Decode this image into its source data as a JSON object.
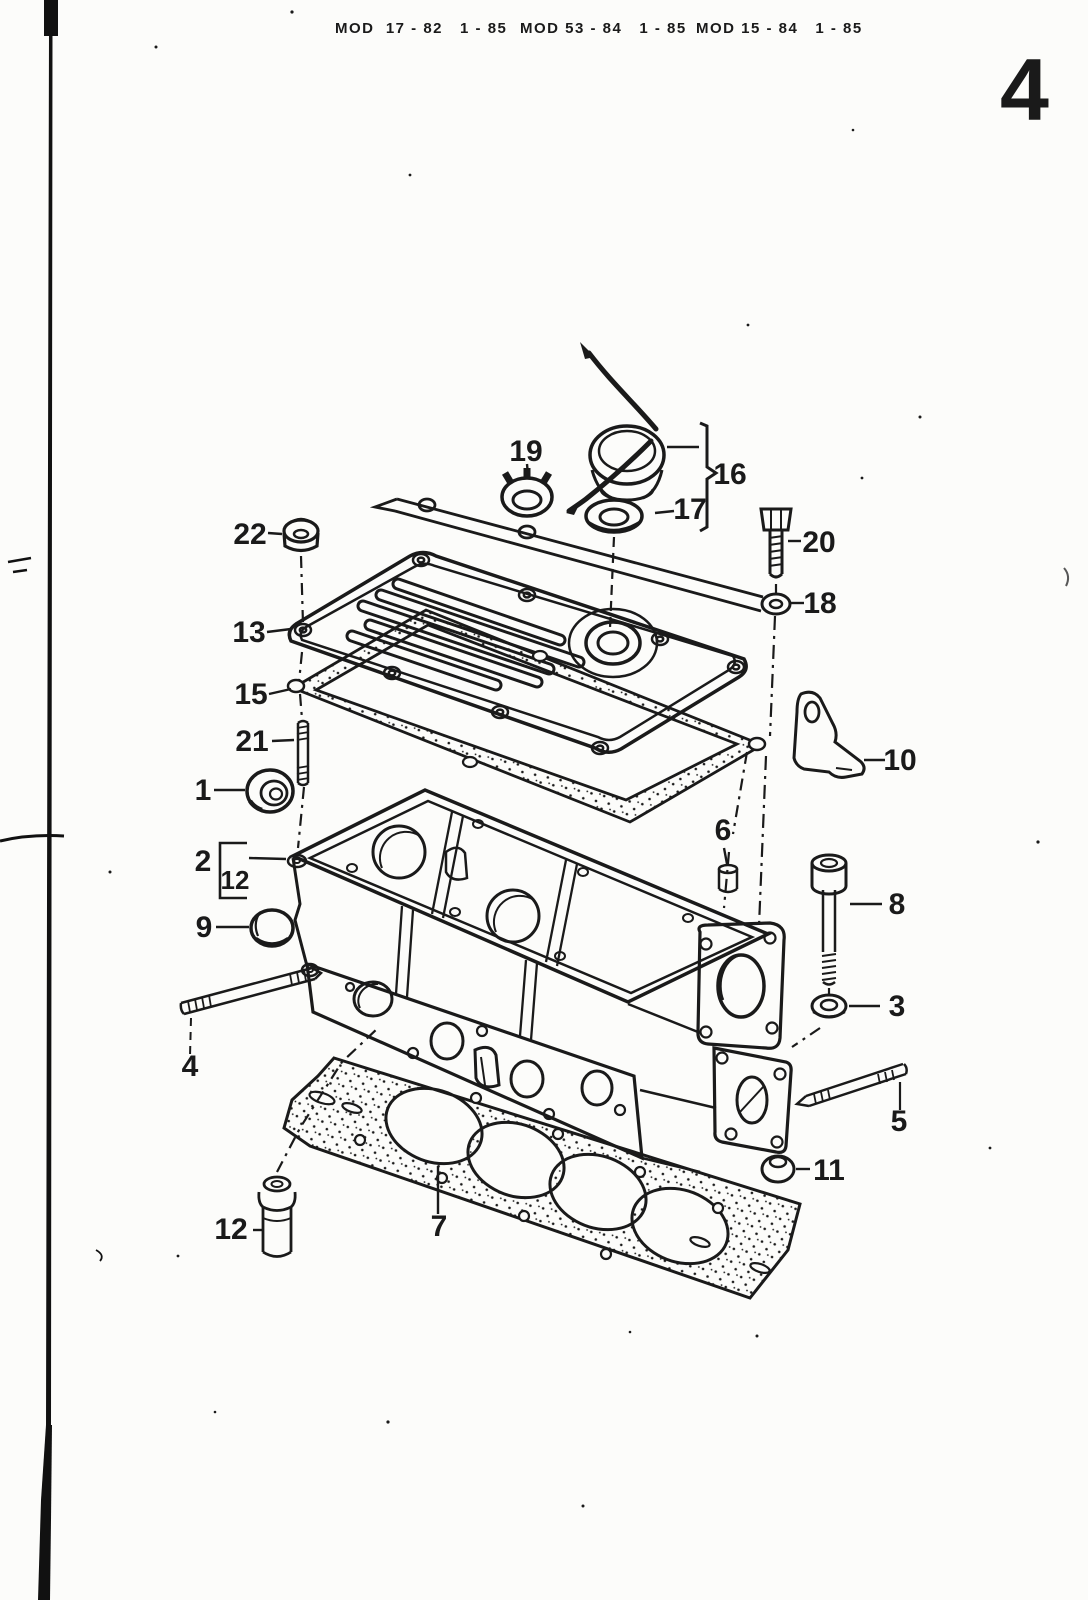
{
  "document": {
    "header_models": [
      "MOD  17 - 82   1 - 85",
      "MOD 53 - 84   1 - 85",
      "MOD 15 - 84   1 - 85"
    ],
    "page_number": "4"
  },
  "callouts": {
    "c1": "1",
    "c2": "2",
    "c3": "3",
    "c4": "4",
    "c5": "5",
    "c6": "6",
    "c7": "7",
    "c8": "8",
    "c9": "9",
    "c10": "10",
    "c11": "11",
    "c12a": "12",
    "c12b": "12",
    "c13": "13",
    "c15": "15",
    "c16": "16",
    "c17": "17",
    "c18": "18",
    "c19": "19",
    "c20": "20",
    "c21": "21",
    "c22": "22"
  },
  "colors": {
    "ink": "#1a1a1a",
    "paper": "#fcfcfa"
  }
}
